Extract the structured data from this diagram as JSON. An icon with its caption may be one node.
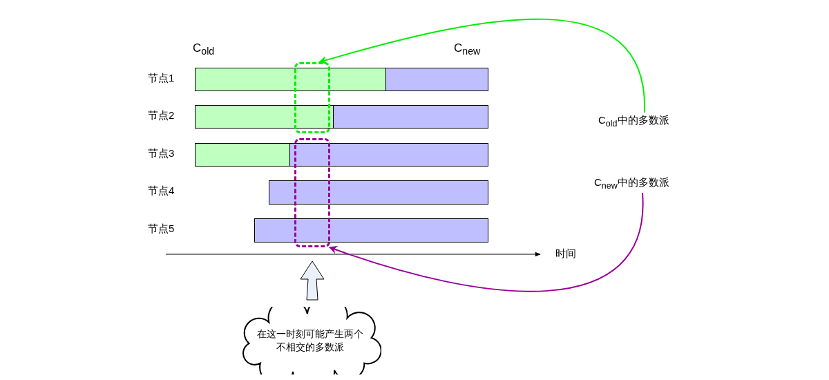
{
  "diagram": {
    "nodes": [
      {
        "text": [],
        "shape": "bar"
      },
      {
        "text": [],
        "shape": "bar"
      },
      {
        "text": [],
        "shape": "bar"
      },
      {
        "text": [],
        "shape": "bar"
      },
      {
        "text": [],
        "shape": "bar"
      },
      {
        "text": [],
        "shape": "bar"
      },
      {
        "text": [],
        "shape": "bar"
      },
      {
        "text": [],
        "shape": "bar"
      },
      {
        "text": [],
        "shape": "box"
      },
      {
        "text": [],
        "shape": "box"
      },
      {
        "text": [
          "C$_{old}$中的多数派"
        ]
      },
      {
        "text": [
          "C$_{new}$中的多数派"
        ]
      },
      {
        "text": [
          "在这一时刻可能产生两个不相交的多数派"
        ]
      }
    ],
    "edges": [
      {
        "from": 10,
        "to": 8,
        "arrow": "to",
        "color": "#00ee00"
      },
      {
        "from": 11,
        "to": 9,
        "arrow": "to",
        "color": "#990099"
      },
      {
        "from": 12,
        "to": null,
        "arrow": "to",
        "style": "thick"
      }
    ],
    "labels": [
      "C$_{old}$",
      "C$_{new}$",
      "节点1",
      "节点2",
      "节点3",
      "节点4",
      "节点5",
      "时间"
    ]
  }
}
